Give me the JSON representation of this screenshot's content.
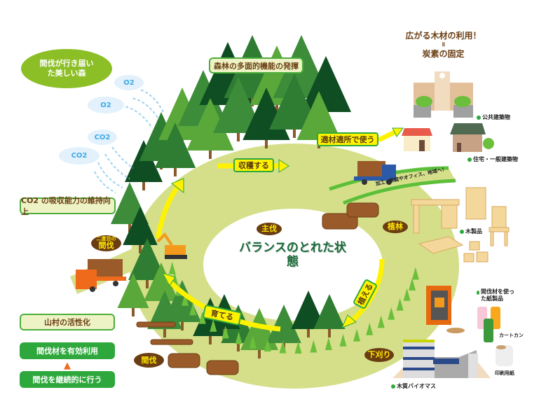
{
  "colors": {
    "forest_dark": "#0f4d22",
    "forest_mid": "#2f7d32",
    "forest_light": "#5aa83a",
    "ground": "#d5df8a",
    "arrow_yellow": "#fff200",
    "label_brown": "#6b3d12",
    "green_box": "#2ea83c"
  },
  "left": {
    "forest_title": "間伐が行き届いた美しい森",
    "clouds": [
      "O2",
      "O2",
      "CO2",
      "CO2"
    ],
    "co2_box": "CO2 の吸収能力の維持向上",
    "village_box": "山村の活性化",
    "effective_use": "間伐材を有効利用",
    "continue_thinning": "間伐を継続的に行う"
  },
  "top": {
    "multi_function": "森林の多面的機能の発揮"
  },
  "right": {
    "title": "広がる木材の利用！",
    "equals": "॥",
    "subtitle": "炭素の固定",
    "public_buildings": "公共建築物",
    "housing": "住宅・一般建築物",
    "processing_note": "加工→家庭やオフィス、地域へ！",
    "wood_products": "木製品",
    "paper_products": "間伐材を使った紙製品",
    "carton_can": "カートカン",
    "printing_paper": "印刷用紙",
    "biomass": "木質バイオマス"
  },
  "cycle": {
    "center": "バランスのとれた状態",
    "harvest": "収穫する",
    "use": "適材適所で使う",
    "plant": "植える",
    "grow": "育てる",
    "final_cut": "主伐",
    "planting": "植林",
    "weeding": "下刈り",
    "thinning": "間伐",
    "second_thinning_top": "二度目の",
    "second_thinning": "間伐"
  }
}
